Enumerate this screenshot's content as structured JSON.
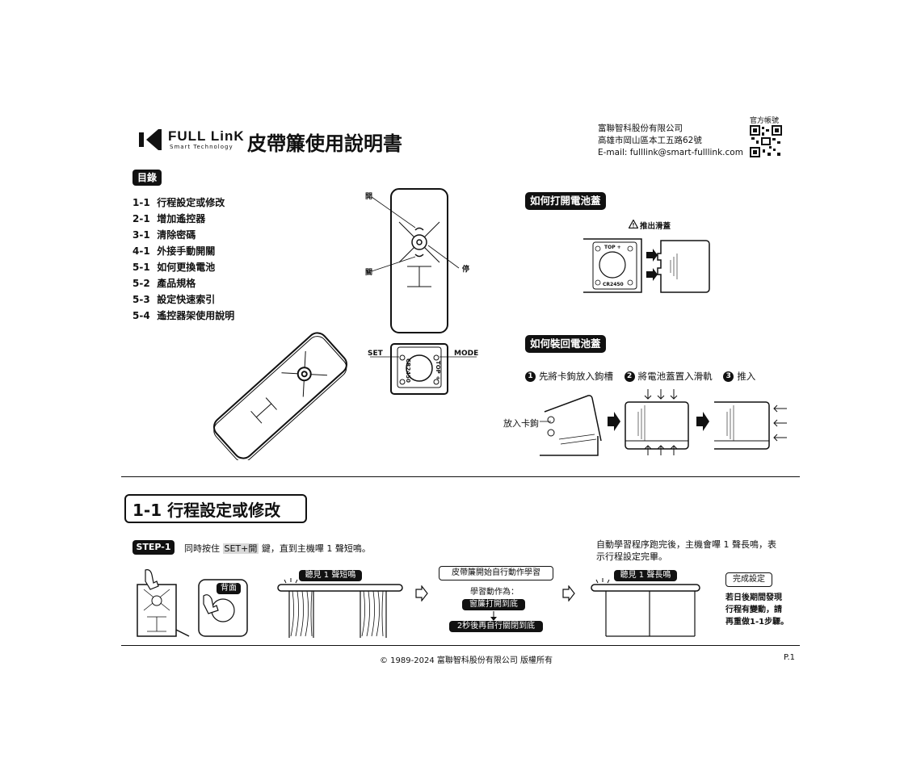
{
  "header": {
    "logo_text": "FULL LinK",
    "logo_sub": "Smart Technology",
    "title": "皮帶簾使用說明書",
    "company_name": "富聯智科股份有限公司",
    "address": "高雄市岡山區本工五路62號",
    "email": "E-mail: fulllink@smart-fulllink.com",
    "qr_label": "官方帳號"
  },
  "toc": {
    "badge": "目錄",
    "items": [
      {
        "num": "1-1",
        "label": "行程設定或修改"
      },
      {
        "num": "2-1",
        "label": "增加遙控器"
      },
      {
        "num": "3-1",
        "label": "清除密碼"
      },
      {
        "num": "4-1",
        "label": "外接手動開關"
      },
      {
        "num": "5-1",
        "label": "如何更換電池"
      },
      {
        "num": "5-2",
        "label": "產品規格"
      },
      {
        "num": "5-3",
        "label": "設定快速索引"
      },
      {
        "num": "5-4",
        "label": "遙控器架使用說明"
      }
    ]
  },
  "remote": {
    "label_open": "開",
    "label_close": "關",
    "label_stop": "停",
    "label_set": "SET",
    "label_mode": "MODE",
    "battery": "CR2450",
    "top_plus": "TOP +"
  },
  "battery_open": {
    "badge": "如何打開電池蓋",
    "warning": "推出滑蓋"
  },
  "battery_install": {
    "badge": "如何裝回電池蓋",
    "steps": [
      {
        "n": "1",
        "text": "先將卡鉤放入鉤槽"
      },
      {
        "n": "2",
        "text": "將電池蓋置入滑軌"
      },
      {
        "n": "3",
        "text": "推入"
      }
    ],
    "hook_label": "放入卡鉤"
  },
  "section": {
    "title": "1-1  行程設定或修改",
    "step_badge": "STEP-1",
    "step_pre": "同時按住 ",
    "step_key": "SET+開",
    "step_post": " 鍵，直到主機嗶 1 聲短鳴。",
    "back_label": "背面",
    "beep_short": "聽見 1 聲短鳴",
    "learn_box": "皮帶簾開始自行動作學習",
    "learn_sub": "學習動作為：",
    "learn_open": "窗簾打開到底",
    "learn_close": "2秒後再自行關閉到底",
    "auto_text": "自動學習程序跑完後，主機會嗶 1 聲長鳴，表示行程設定完畢。",
    "beep_long": "聽見 1 聲長鳴",
    "done": "完成設定",
    "note_1": "若日後期間發現",
    "note_2": "行程有變動，請",
    "note_3": "再重做1-1步驟。"
  },
  "footer": {
    "copyright": "© 1989-2024 富聯智科股份有限公司 版權所有",
    "page": "P.1"
  }
}
